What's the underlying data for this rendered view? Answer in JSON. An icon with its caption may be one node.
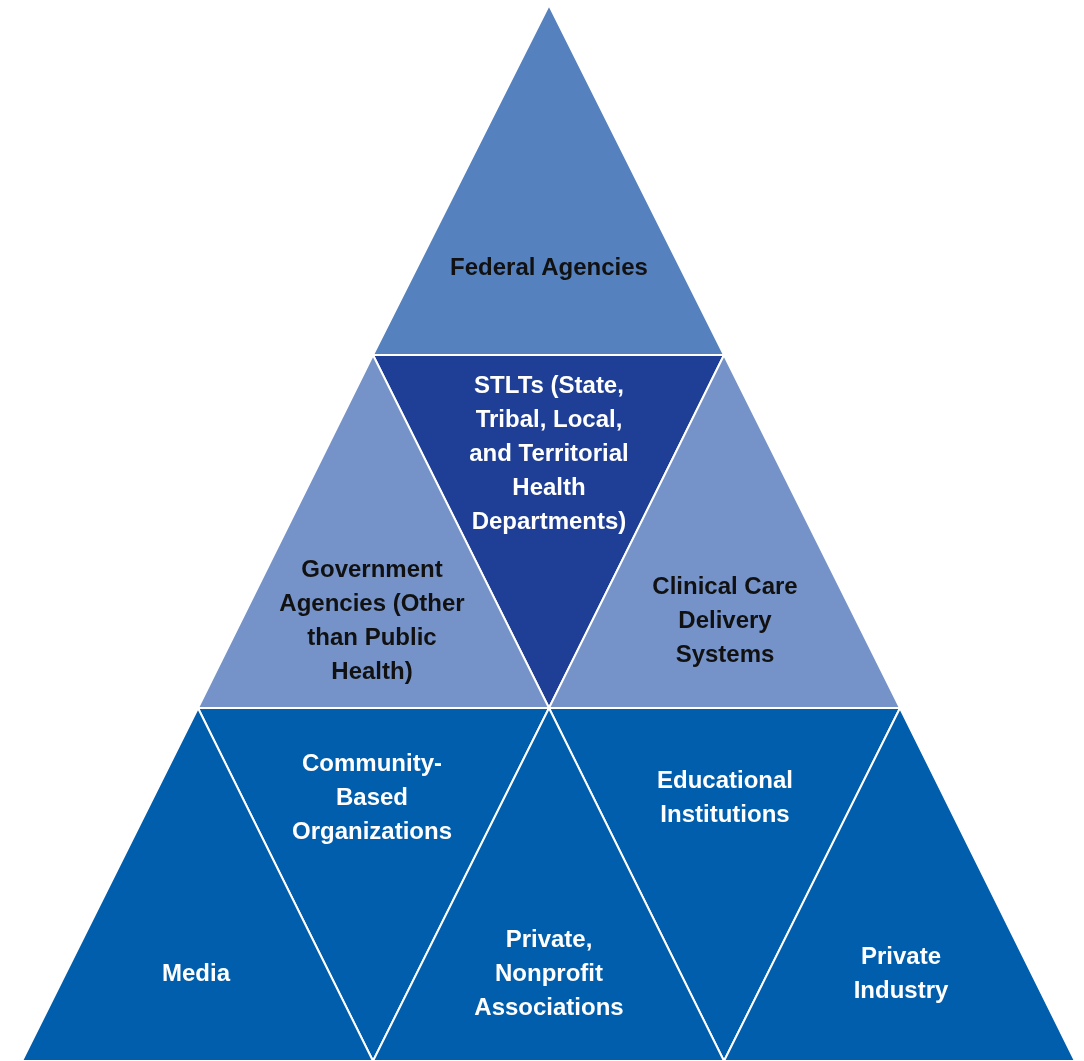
{
  "diagram": {
    "nodes": [
      {
        "text": [
          "Federal Agencies"
        ]
      },
      {
        "text": [
          "STLTs (State, Tribal, Local, and Territorial Health Departments)"
        ]
      },
      {
        "text": [
          "Government Agencies (Other than Public Health)"
        ]
      },
      {
        "text": [
          "Clinical Care Delivery Systems"
        ]
      },
      {
        "text": [
          "Community-Based Organizations"
        ]
      },
      {
        "text": [
          "Educational Institutions"
        ]
      },
      {
        "text": [
          "Media"
        ]
      },
      {
        "text": [
          "Private, Nonprofit Associations"
        ]
      },
      {
        "text": [
          "Private Industry"
        ]
      }
    ]
  }
}
